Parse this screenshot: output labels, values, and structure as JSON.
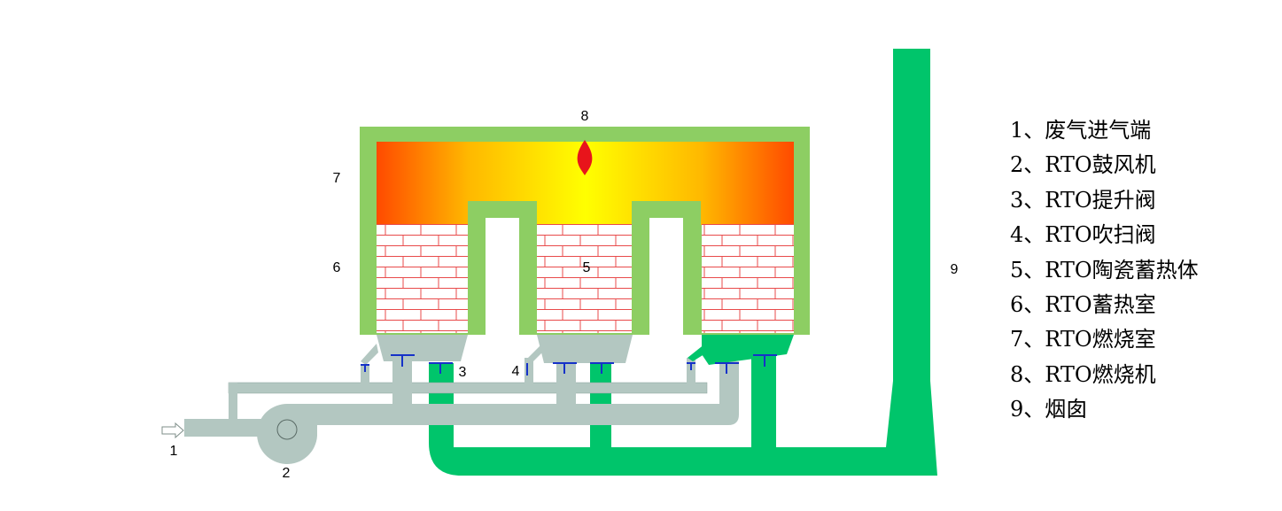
{
  "diagram": {
    "labels": {
      "n1": "1",
      "n2": "2",
      "n3": "3",
      "n4": "4",
      "n5": "5",
      "n6": "6",
      "n7": "7",
      "n8": "8",
      "n9": "9"
    },
    "colors": {
      "wall": "#8dce63",
      "duct_gray": "#b3c7c1",
      "duct_green": "#00c56b",
      "flame": "#e8141b",
      "brick_line": "#e84b4b",
      "valve": "#1632c8",
      "chamber_hot": "#ff4a00",
      "chamber_warm": "#ffff00"
    }
  },
  "legend": {
    "items": [
      "1、废气进气端",
      "2、RTO鼓风机",
      "3、RTO提升阀",
      "4、RTO吹扫阀",
      "5、RTO陶瓷蓄热体",
      "6、RTO蓄热室",
      "7、RTO燃烧室",
      "8、RTO燃烧机",
      "9、烟囱"
    ]
  }
}
